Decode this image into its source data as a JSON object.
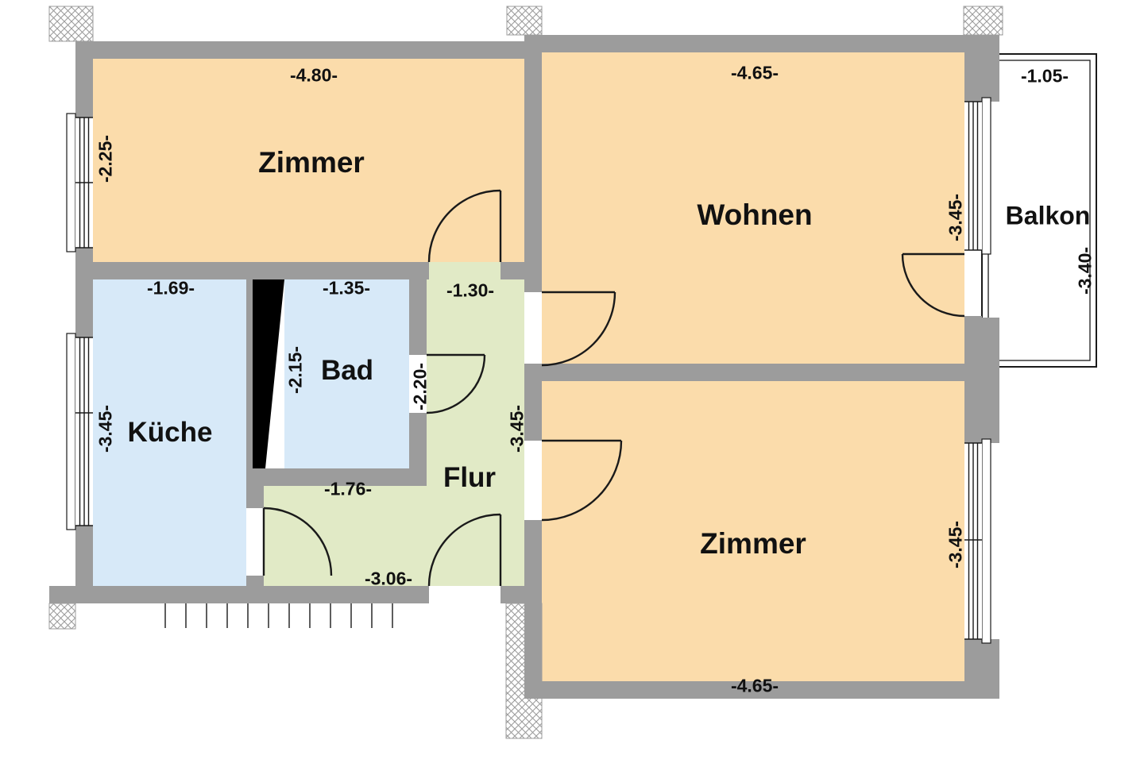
{
  "colors": {
    "wall": "#9c9c9c",
    "floor_room": "#fbdcab",
    "floor_wet": "#d7e9f8",
    "floor_hall": "#e1eac6",
    "shaft": "#000000"
  },
  "rooms": {
    "zimmer_top": {
      "label": "Zimmer",
      "width": "-4.80-",
      "height": "-2.25-"
    },
    "wohnen": {
      "label": "Wohnen",
      "width": "-4.65-",
      "height": "-3.45-"
    },
    "balkon": {
      "label": "Balkon",
      "width": "-1.05-",
      "height": "-3.40-"
    },
    "kueche": {
      "label": "Küche",
      "width": "-1.69-",
      "height": "-3.45-"
    },
    "bad": {
      "label": "Bad",
      "width": "-1.35-",
      "height": "-2.15-"
    },
    "flur": {
      "label": "Flur",
      "width": "-1.30-",
      "height": "-3.45-",
      "door_dim": "-2.20-",
      "inner_width": "-1.76-",
      "bottom_width": "-3.06-"
    },
    "zimmer_bottom": {
      "label": "Zimmer",
      "width": "-4.65-",
      "height": "-3.45-"
    }
  }
}
